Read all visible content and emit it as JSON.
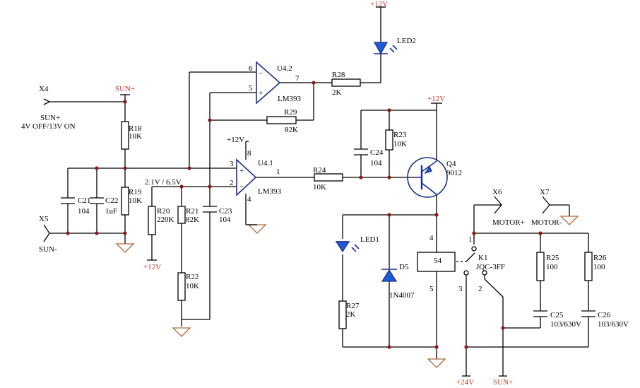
{
  "connectors": {
    "x4": "X4",
    "x5": "X5",
    "x6": "X6",
    "x7": "X7",
    "sun_plus_in": "SUN+",
    "sun_plus_note": "4V OFF/13V ON",
    "sun_minus": "SUN-",
    "motor_plus": "MOTOR+",
    "motor_minus": "MOTOR-"
  },
  "power": {
    "v12_top": "+12V",
    "v12_q4": "+12V",
    "v12_u41": "+12V",
    "v12_r20": "+12V",
    "v24": "+24V",
    "sun_plus_top": "SUN+",
    "sun_plus_bottom": "SUN+"
  },
  "voltage_note": "2.1V / 6.5V",
  "parts": {
    "r18": {
      "ref": "R18",
      "value": "10K"
    },
    "r19": {
      "ref": "R19",
      "value": "10K"
    },
    "r20": {
      "ref": "R20",
      "value": "220K"
    },
    "r21": {
      "ref": "R21",
      "value": "82K"
    },
    "r22": {
      "ref": "R22",
      "value": "10K"
    },
    "r23": {
      "ref": "R23",
      "value": "10K"
    },
    "r24": {
      "ref": "R24",
      "value": "10K"
    },
    "r25": {
      "ref": "R25",
      "value": "100"
    },
    "r26": {
      "ref": "R26",
      "value": "100"
    },
    "r27": {
      "ref": "R27",
      "value": "2K"
    },
    "r28": {
      "ref": "R28",
      "value": "2K"
    },
    "r29": {
      "ref": "R29",
      "value": "82K"
    },
    "c21": {
      "ref": "C21",
      "value": "104"
    },
    "c22": {
      "ref": "C22",
      "value": "1uF"
    },
    "c23": {
      "ref": "C23",
      "value": "104"
    },
    "c24": {
      "ref": "C24",
      "value": "104"
    },
    "c25": {
      "ref": "C25",
      "value": "103/630V"
    },
    "c26": {
      "ref": "C26",
      "value": "103/630V"
    },
    "u41": {
      "ref": "U4.1",
      "value": "LM393"
    },
    "u42": {
      "ref": "U4.2",
      "value": "LM393"
    },
    "q4": {
      "ref": "Q4",
      "value": "9012"
    },
    "d5": {
      "ref": "D5",
      "value": "1N4007"
    },
    "led1": {
      "ref": "LED1"
    },
    "led2": {
      "ref": "LED2"
    },
    "k1": {
      "ref": "K1",
      "value": "JQC-3FF",
      "coil": "54"
    }
  },
  "pins": {
    "u41_p3": "3",
    "u41_p2": "2",
    "u41_p1": "1",
    "u41_p8": "8",
    "u41_p4": "4",
    "u42_p6": "6",
    "u42_p5": "5",
    "u42_p7": "7",
    "k1_p1": "1",
    "k1_p2": "2",
    "k1_p3": "3",
    "k1_p4": "4",
    "k1_p5": "5",
    "u41_plus": "+",
    "u41_minus": "−",
    "u42_plus": "+",
    "u42_minus": "−"
  }
}
